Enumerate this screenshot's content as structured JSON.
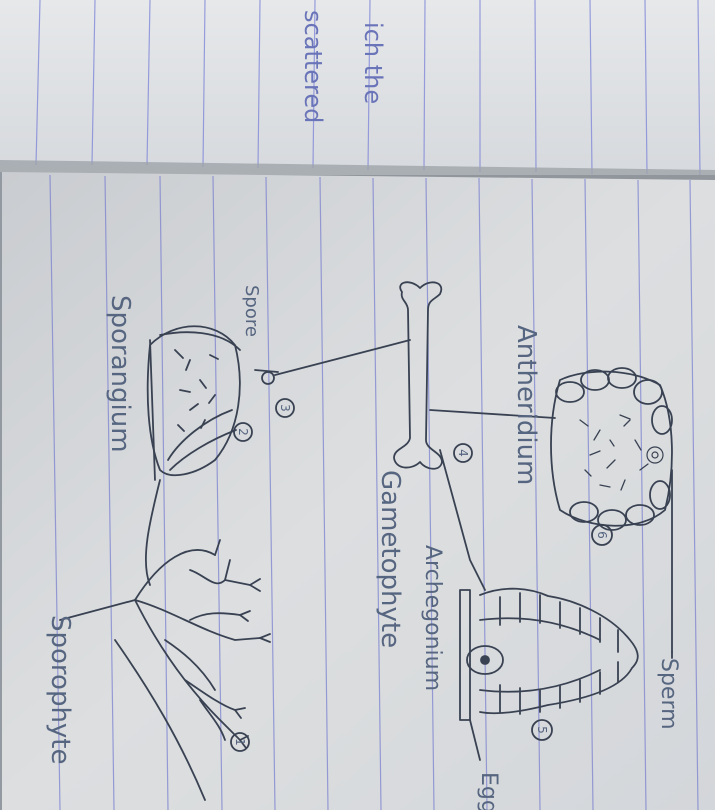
{
  "scene": {
    "paper_color": "#e9ebed",
    "line_color": "#6f76d6",
    "ink_color": "#3c4556"
  },
  "top_page": {
    "words": [
      "ich the",
      "scattered"
    ]
  },
  "labels": {
    "antheridium": "Antheridium",
    "sperm": "Sperm",
    "spore": "Spore",
    "sporangium": "Sporangium",
    "gametophyte": "Gametophyte",
    "archegonium": "Archegonium",
    "egg": "Egg",
    "sporophyte": "Sporophyte"
  },
  "stage_numbers": [
    "1",
    "2",
    "3",
    "4",
    "5",
    "6"
  ]
}
